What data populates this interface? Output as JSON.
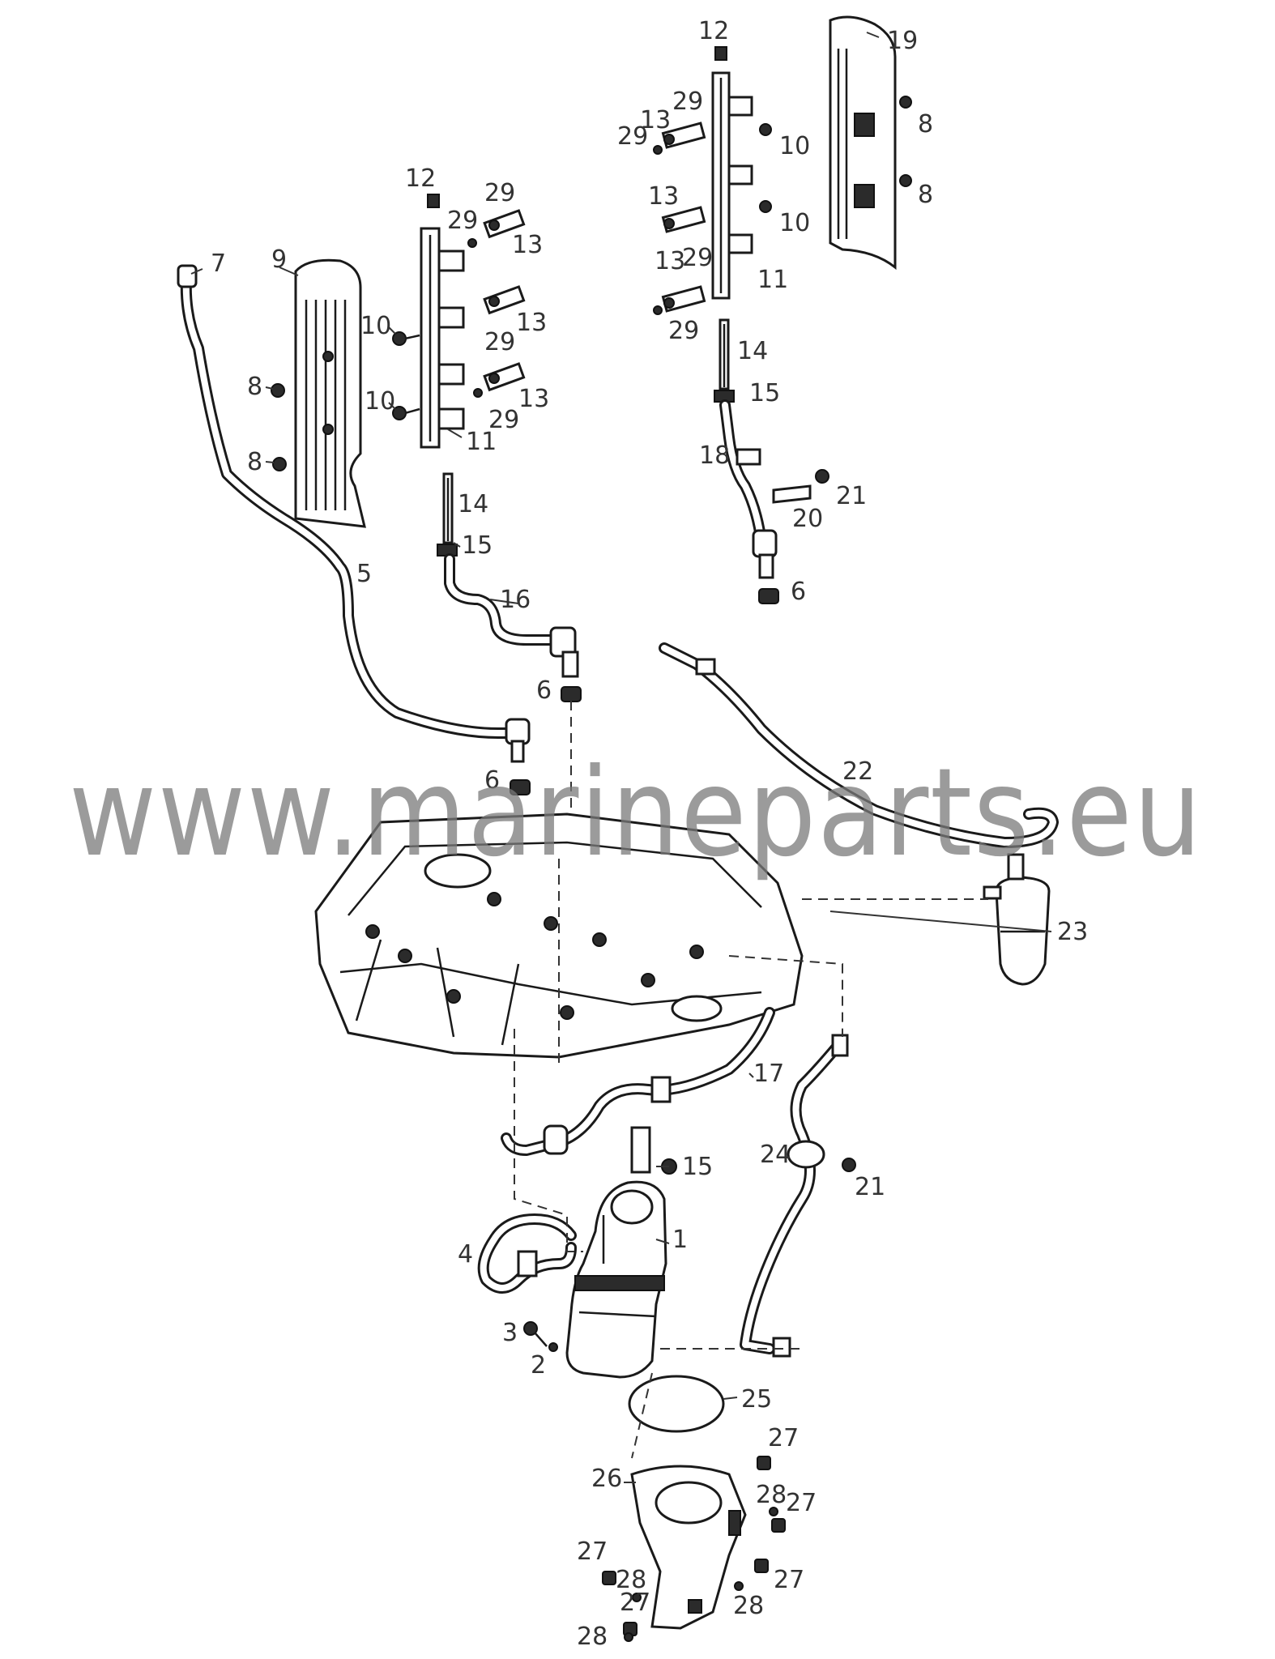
{
  "watermark": "www.marineparts.eu",
  "callouts": {
    "c1": "1",
    "c2": "2",
    "c3": "3",
    "c4": "4",
    "c5": "5",
    "c6a": "6",
    "c6b": "6",
    "c6c": "6",
    "c7": "7",
    "c8a": "8",
    "c8b": "8",
    "c8c": "8",
    "c8d": "8",
    "c9": "9",
    "c10a": "10",
    "c10b": "10",
    "c10c": "10",
    "c10d": "10",
    "c11a": "11",
    "c11b": "11",
    "c12a": "12",
    "c12b": "12",
    "c13a": "13",
    "c13b": "13",
    "c13c": "13",
    "c13d": "13",
    "c13e": "13",
    "c13f": "13",
    "c14a": "14",
    "c14b": "14",
    "c15a": "15",
    "c15b": "15",
    "c15c": "15",
    "c16": "16",
    "c17": "17",
    "c18": "18",
    "c19": "19",
    "c20": "20",
    "c21a": "21",
    "c21b": "21",
    "c22": "22",
    "c23": "23",
    "c24": "24",
    "c25": "25",
    "c26": "26",
    "c27a": "27",
    "c27b": "27",
    "c27c": "27",
    "c27d": "27",
    "c27e": "27",
    "c28a": "28",
    "c28b": "28",
    "c28c": "28",
    "c28d": "28",
    "c29a": "29",
    "c29b": "29",
    "c29c": "29",
    "c29d": "29",
    "c29e": "29",
    "c29f": "29",
    "c29g": "29",
    "c29h": "29"
  }
}
